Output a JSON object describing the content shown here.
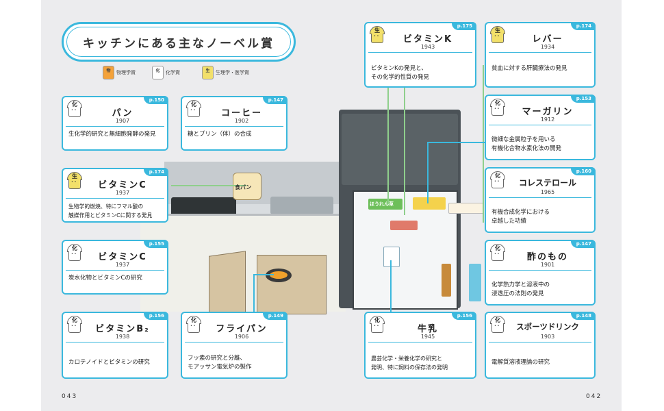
{
  "title": "キッチンにある主なノーベル賞",
  "legend": [
    {
      "glyph": "物",
      "label": "物理学賞",
      "color": "#f4a23a"
    },
    {
      "glyph": "化",
      "label": "化学賞",
      "color": "#ffffff"
    },
    {
      "glyph": "生",
      "label": "生理学・医学賞",
      "color": "#f2e06a"
    }
  ],
  "cards": [
    {
      "key": "pan",
      "cat": "化",
      "page": "p.150",
      "name": "パン",
      "year": "1907",
      "desc": [
        "生化学的研究と無細胞発酵の発見"
      ]
    },
    {
      "key": "coffee",
      "cat": "化",
      "page": "p.147",
      "name": "コーヒー",
      "year": "1902",
      "desc": [
        "糖とプリン（体）の合成"
      ]
    },
    {
      "key": "vitc1",
      "cat": "生",
      "page": "p.174",
      "name": "ビタミンC",
      "year": "1937",
      "desc": [
        "生物学的燃焼、特にフマル酸の",
        "触媒作用とビタミンCに関する発見"
      ]
    },
    {
      "key": "vitc2",
      "cat": "化",
      "page": "p.155",
      "name": "ビタミンC",
      "year": "1937",
      "desc": [
        "炭水化物とビタミンCの研究"
      ]
    },
    {
      "key": "vitb2",
      "cat": "化",
      "page": "p.156",
      "name": "ビタミンB₂",
      "year": "1938",
      "desc": [
        "カロテノイドとビタミンの研究"
      ]
    },
    {
      "key": "fryingpan",
      "cat": "化",
      "page": "p.149",
      "name": "フライパン",
      "year": "1906",
      "desc": [
        "フッ素の研究と分離、",
        "モアッサン電気炉の製作"
      ]
    },
    {
      "key": "vitk",
      "cat": "生",
      "page": "p.175",
      "name": "ビタミンK",
      "year": "1943",
      "desc": [
        "ビタミンKの発見と、",
        "その化学的性質の発見"
      ]
    },
    {
      "key": "liver",
      "cat": "生",
      "page": "p.174",
      "name": "レバー",
      "year": "1934",
      "desc": [
        "貧血に対する肝臓療法の発見"
      ]
    },
    {
      "key": "margarine",
      "cat": "化",
      "page": "p.153",
      "name": "マーガリン",
      "year": "1912",
      "desc": [
        "微細な金属粒子を用いる",
        "有機化合物水素化法の開発"
      ]
    },
    {
      "key": "cholesterol",
      "cat": "化",
      "page": "p.160",
      "name": "コレステロール",
      "year": "1965",
      "desc": [
        "有機合成化学における",
        "卓越した功績"
      ]
    },
    {
      "key": "vinegar",
      "cat": "化",
      "page": "p.147",
      "name": "酢のもの",
      "year": "1901",
      "desc": [
        "化学熱力学と溶液中の",
        "浸透圧の法則の発見"
      ]
    },
    {
      "key": "milk",
      "cat": "化",
      "page": "p.156",
      "name": "牛乳",
      "year": "1945",
      "desc": [
        "農芸化学・栄養化学の研究と",
        "発明、特に飼料の保存法の発明"
      ]
    },
    {
      "key": "sports",
      "cat": "化",
      "page": "p.148",
      "name": "スポーツドリンク",
      "year": "1903",
      "desc": [
        "電解質溶液理論の研究"
      ]
    }
  ],
  "art_labels": {
    "bread_bag": "食パン",
    "margarine_box": "ほうれん草"
  },
  "page_left": "043",
  "page_right": "042",
  "colors": {
    "accent": "#3ab8dd",
    "bio": "#f2e06a",
    "physics": "#f4a23a",
    "line_green": "#8fcf8c"
  }
}
